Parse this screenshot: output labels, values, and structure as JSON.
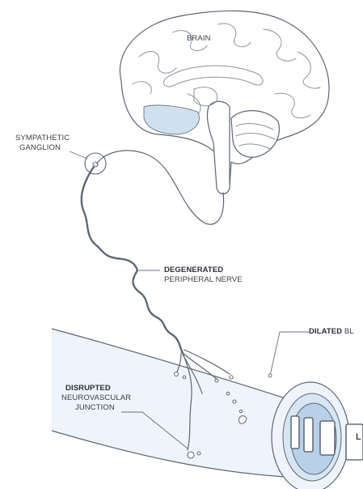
{
  "labels": {
    "brain": "BRAIN",
    "ganglion_line1": "SYMPATHETIC",
    "ganglion_line2": "GANGLION",
    "nerve_bold": "DEGENERATED",
    "nerve_line2": "PERIPHERAL NERVE",
    "vessel_bold": "DILATED",
    "vessel_rest": "BL",
    "junction_bold": "DISRUPTED",
    "junction_line2": "NEUROVASCULAR",
    "junction_line3": "JUNCTION",
    "cut_letter": "L"
  },
  "colors": {
    "outline": "#5e6673",
    "brain_fill": "#ffffff",
    "brain_shade": "#cfe0ef",
    "vessel_fill": "#eef4fb",
    "vessel_lumen": "#b9d1e8",
    "vessel_inner": "#d8e6f3",
    "leader": "#6b717c"
  }
}
